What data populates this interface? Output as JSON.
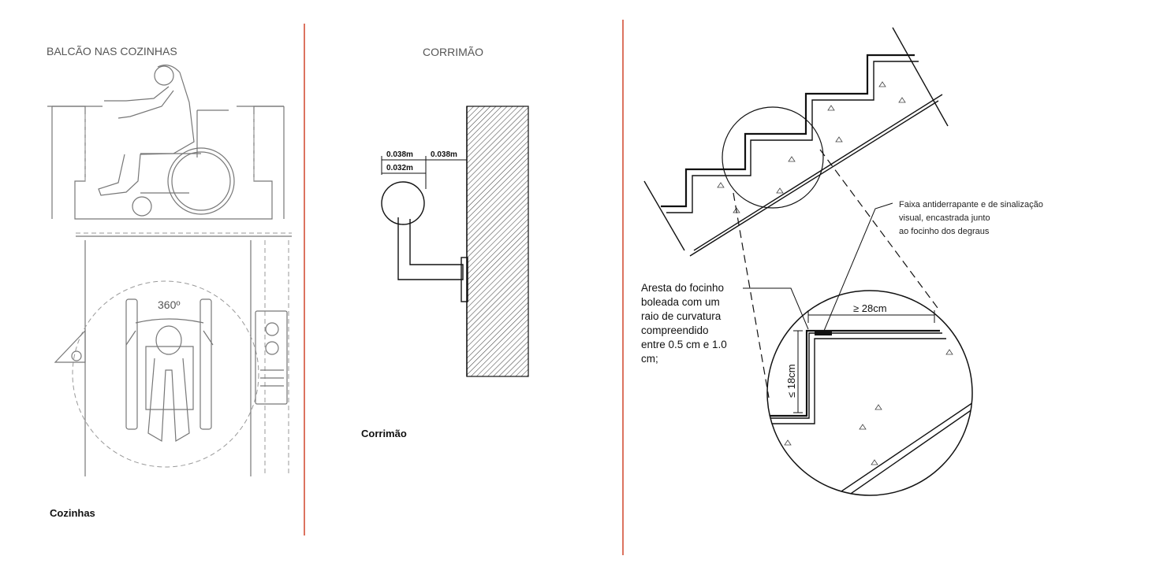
{
  "kitchen": {
    "title": "BALCÃO NAS COZINHAS",
    "rotation_label": "360º",
    "caption": "Cozinhas"
  },
  "handrail": {
    "title": "CORRIMÃO",
    "dim_offset_left": "0.038m",
    "dim_offset_right": "0.038m",
    "dim_diameter": "0.032m",
    "caption": "Corrimão"
  },
  "stairs": {
    "strip_note": [
      "Faixa antiderrapante e de sinalização",
      "visual, encastrada junto",
      "ao focinho dos degraus"
    ],
    "nosing_note": [
      "Aresta do focinho",
      "boleada com um",
      "raio de curvatura",
      "compreendido",
      "entre 0.5 cm e 1.0",
      "cm;"
    ],
    "tread_dim": "≥ 28cm",
    "riser_dim": "≤ 18cm"
  },
  "colors": {
    "divider": "#d0452c",
    "line_gray": "#777777",
    "line_black": "#111111"
  }
}
